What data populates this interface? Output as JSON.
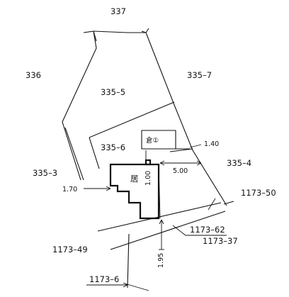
{
  "parcels": {
    "p337": "337",
    "p336": "336",
    "p335_7": "335–7",
    "p335_5": "335–5",
    "p335_6": "335–6",
    "p335_4": "335–4",
    "p335_3": "335–3",
    "p1173_50": "1173–50",
    "p1173_62": "1173–62",
    "p1173_37": "1173–37",
    "p1173_49": "1173–49",
    "p1173_6": "1173–6"
  },
  "dimensions": {
    "d1_40": "1.40",
    "d5_00": "5.00",
    "d1_00": "1.00",
    "d1_70": "1.70",
    "d1_95": "1.95"
  },
  "marks": {
    "shed": "倉①",
    "house": "居"
  }
}
